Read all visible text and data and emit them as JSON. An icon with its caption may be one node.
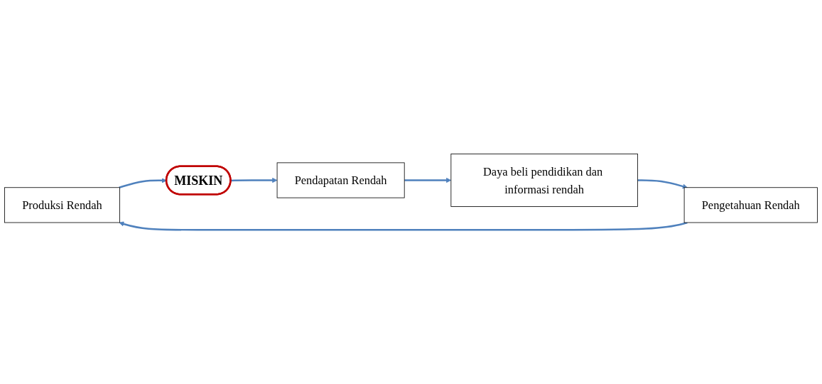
{
  "diagram": {
    "nodes": [
      {
        "text": [
          "Produksi Rendah"
        ]
      },
      {
        "text": [
          "Pengetahuan Rendah"
        ]
      },
      {
        "text": [
          "Daya beli pendidikan dan informasi rendah"
        ]
      },
      {
        "text": [
          "MISKIN"
        ]
      },
      {
        "text": [
          "Pendapatan Rendah"
        ]
      }
    ],
    "edges": [
      {
        "from": 0,
        "to": 3,
        "arrow": "to"
      },
      {
        "from": 3,
        "to": 4,
        "arrow": "to"
      },
      {
        "from": 4,
        "to": 2,
        "arrow": "to"
      },
      {
        "from": 2,
        "to": 1,
        "arrow": "to"
      },
      {
        "from": 1,
        "to": 0,
        "arrow": "to"
      }
    ]
  }
}
